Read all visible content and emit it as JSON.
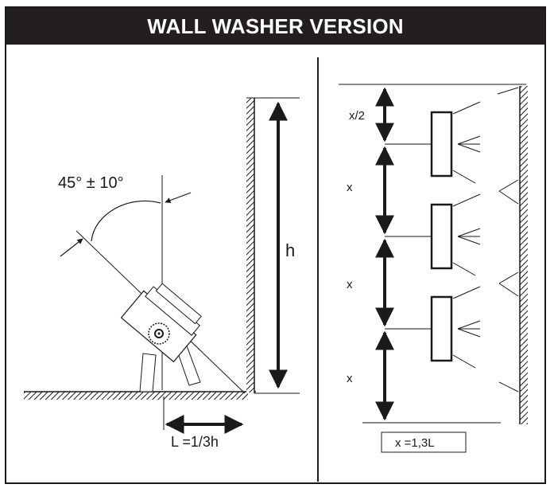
{
  "header": {
    "title": "WALL WASHER VERSION"
  },
  "left_diagram": {
    "angle_label": "45° ± 10°",
    "height_label": "h",
    "distance_label": "L =1/3h"
  },
  "right_diagram": {
    "spacing_half_label": "x/2",
    "spacing_labels": [
      "x",
      "x",
      "x"
    ],
    "formula_label": "x =1,3L"
  },
  "colors": {
    "line": "#1a1a1a",
    "header_bg": "#231f20",
    "header_text": "#ffffff"
  },
  "icons": [
    "hatched-wall",
    "hatched-floor",
    "arrow-head",
    "luminaire"
  ]
}
